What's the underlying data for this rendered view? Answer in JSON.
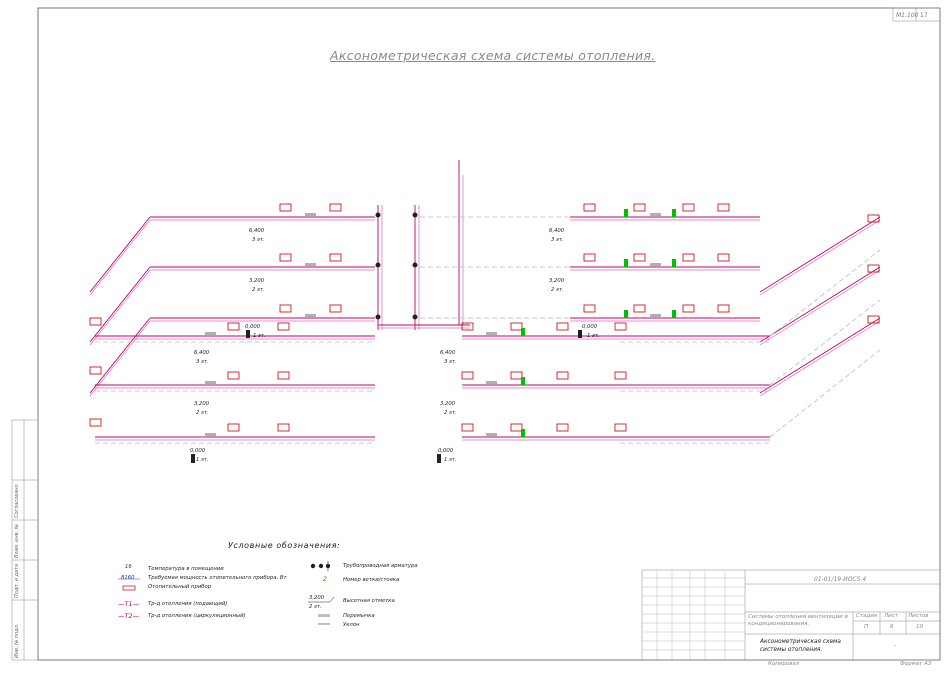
{
  "header": {
    "title": "Аксонометрическая схема системы отопления.",
    "scale": "М1:100",
    "sheet_no": "17"
  },
  "diagram": {
    "elevations": {
      "e6400": "6,400",
      "e3200": "3,200",
      "e0000": "0,000",
      "floor3": "3 эт.",
      "floor2": "2 эт.",
      "floor1": "1 эт."
    },
    "colors": {
      "supply": "#c00070",
      "return": "#d070c0",
      "radiator": "#c00000",
      "node_green": "#00c000",
      "slope_grey": "#b0b0b0"
    }
  },
  "legend": {
    "title": "Условные обозначения:",
    "temp_sample": "16",
    "power_sample": "8160",
    "temp": "Температура в помещении",
    "power": "Требуемая мощность отопительного прибора, Вт",
    "device": "Отопительный прибор",
    "t1_mark": "—Т1—",
    "t1": "Тр-д отопления (подающий)",
    "t2_mark": "—Т2—",
    "t2": "Тр-д отопления (циркуляционный)",
    "valves": "Трубопроводная арматура",
    "riser_num_sample": "2",
    "riser_num": "Номер ветки/стояка",
    "elev_sample": "3,200",
    "elev_floor": "2 эт.",
    "elev": "Высотная отметка",
    "jumper": "Перемычка",
    "slope": "Уклон"
  },
  "stamp": {
    "code": "01-01/19-ИОС5.4",
    "project": "Системы отопления вентиляции и кондиционирования.",
    "stage_h": "Стадия",
    "sheet_h": "Лист",
    "sheets_h": "Листов",
    "stage": "П",
    "sheet": "6",
    "sheets": "10",
    "drawing": "Аксонометрическая схема системы отопления.",
    "dash": "-",
    "copied": "Копировал",
    "format": "Формат А3"
  },
  "side_stamp": {
    "a": "Согласовано",
    "b": "Взам. инв. №",
    "c": "Подп. и дата",
    "d": "Инв. № подл."
  }
}
